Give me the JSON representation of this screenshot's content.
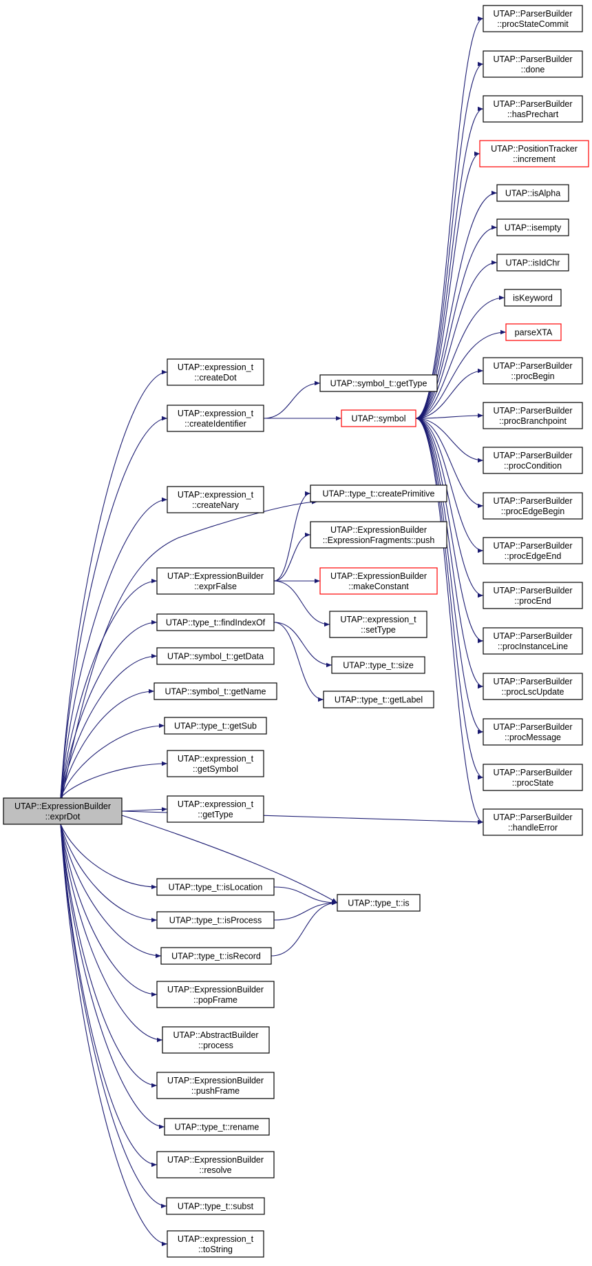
{
  "colors": {
    "edge": "#191970",
    "truncated_border": "#ff0000",
    "root_fill": "#bfbfbf"
  },
  "nodes": {
    "n_exprDot": {
      "lines": [
        "UTAP::ExpressionBuilder",
        "::exprDot"
      ],
      "kind": "root"
    },
    "n_createDot": {
      "lines": [
        "UTAP::expression_t",
        "::createDot"
      ],
      "kind": "normal"
    },
    "n_createIdentifier": {
      "lines": [
        "UTAP::expression_t",
        "::createIdentifier"
      ],
      "kind": "normal"
    },
    "n_createNary": {
      "lines": [
        "UTAP::expression_t",
        "::createNary"
      ],
      "kind": "normal"
    },
    "n_exprFalse": {
      "lines": [
        "UTAP::ExpressionBuilder",
        "::exprFalse"
      ],
      "kind": "normal"
    },
    "n_findIndexOf": {
      "lines": [
        "UTAP::type_t::findIndexOf"
      ],
      "kind": "normal"
    },
    "n_symGetData": {
      "lines": [
        "UTAP::symbol_t::getData"
      ],
      "kind": "normal"
    },
    "n_symGetName": {
      "lines": [
        "UTAP::symbol_t::getName"
      ],
      "kind": "normal"
    },
    "n_getSub": {
      "lines": [
        "UTAP::type_t::getSub"
      ],
      "kind": "normal"
    },
    "n_getSymbol": {
      "lines": [
        "UTAP::expression_t",
        "::getSymbol"
      ],
      "kind": "normal"
    },
    "n_getType": {
      "lines": [
        "UTAP::expression_t",
        "::getType"
      ],
      "kind": "normal"
    },
    "n_isLocation": {
      "lines": [
        "UTAP::type_t::isLocation"
      ],
      "kind": "normal"
    },
    "n_isProcess": {
      "lines": [
        "UTAP::type_t::isProcess"
      ],
      "kind": "normal"
    },
    "n_isRecord": {
      "lines": [
        "UTAP::type_t::isRecord"
      ],
      "kind": "normal"
    },
    "n_popFrame": {
      "lines": [
        "UTAP::ExpressionBuilder",
        "::popFrame"
      ],
      "kind": "normal"
    },
    "n_process": {
      "lines": [
        "UTAP::AbstractBuilder",
        "::process"
      ],
      "kind": "normal"
    },
    "n_pushFrame": {
      "lines": [
        "UTAP::ExpressionBuilder",
        "::pushFrame"
      ],
      "kind": "normal"
    },
    "n_rename": {
      "lines": [
        "UTAP::type_t::rename"
      ],
      "kind": "normal"
    },
    "n_resolve": {
      "lines": [
        "UTAP::ExpressionBuilder",
        "::resolve"
      ],
      "kind": "normal"
    },
    "n_subst": {
      "lines": [
        "UTAP::type_t::subst"
      ],
      "kind": "normal"
    },
    "n_toString": {
      "lines": [
        "UTAP::expression_t",
        "::toString"
      ],
      "kind": "normal"
    },
    "n_symGetType": {
      "lines": [
        "UTAP::symbol_t::getType"
      ],
      "kind": "normal"
    },
    "n_symbol": {
      "lines": [
        "UTAP::symbol"
      ],
      "kind": "truncated"
    },
    "n_createPrimitive": {
      "lines": [
        "UTAP::type_t::createPrimitive"
      ],
      "kind": "normal"
    },
    "n_fragPush": {
      "lines": [
        "UTAP::ExpressionBuilder",
        "::ExpressionFragments::push"
      ],
      "kind": "normal"
    },
    "n_makeConstant": {
      "lines": [
        "UTAP::ExpressionBuilder",
        "::makeConstant"
      ],
      "kind": "truncated"
    },
    "n_setType": {
      "lines": [
        "UTAP::expression_t",
        "::setType"
      ],
      "kind": "normal"
    },
    "n_size": {
      "lines": [
        "UTAP::type_t::size"
      ],
      "kind": "normal"
    },
    "n_getLabel": {
      "lines": [
        "UTAP::type_t::getLabel"
      ],
      "kind": "normal"
    },
    "n_is": {
      "lines": [
        "UTAP::type_t::is"
      ],
      "kind": "normal"
    },
    "n_procStateCommit": {
      "lines": [
        "UTAP::ParserBuilder",
        "::procStateCommit"
      ],
      "kind": "normal"
    },
    "n_done": {
      "lines": [
        "UTAP::ParserBuilder",
        "::done"
      ],
      "kind": "normal"
    },
    "n_hasPrechart": {
      "lines": [
        "UTAP::ParserBuilder",
        "::hasPrechart"
      ],
      "kind": "normal"
    },
    "n_increment": {
      "lines": [
        "UTAP::PositionTracker",
        "::increment"
      ],
      "kind": "truncated"
    },
    "n_isAlpha": {
      "lines": [
        "UTAP::isAlpha"
      ],
      "kind": "normal"
    },
    "n_isempty": {
      "lines": [
        "UTAP::isempty"
      ],
      "kind": "normal"
    },
    "n_isIdChr": {
      "lines": [
        "UTAP::isIdChr"
      ],
      "kind": "normal"
    },
    "n_isKeyword": {
      "lines": [
        "isKeyword"
      ],
      "kind": "normal"
    },
    "n_parseXTA": {
      "lines": [
        "parseXTA"
      ],
      "kind": "truncated"
    },
    "n_procBegin": {
      "lines": [
        "UTAP::ParserBuilder",
        "::procBegin"
      ],
      "kind": "normal"
    },
    "n_procBranchpoint": {
      "lines": [
        "UTAP::ParserBuilder",
        "::procBranchpoint"
      ],
      "kind": "normal"
    },
    "n_procCondition": {
      "lines": [
        "UTAP::ParserBuilder",
        "::procCondition"
      ],
      "kind": "normal"
    },
    "n_procEdgeBegin": {
      "lines": [
        "UTAP::ParserBuilder",
        "::procEdgeBegin"
      ],
      "kind": "normal"
    },
    "n_procEdgeEnd": {
      "lines": [
        "UTAP::ParserBuilder",
        "::procEdgeEnd"
      ],
      "kind": "normal"
    },
    "n_procEnd": {
      "lines": [
        "UTAP::ParserBuilder",
        "::procEnd"
      ],
      "kind": "normal"
    },
    "n_procInstanceLine": {
      "lines": [
        "UTAP::ParserBuilder",
        "::procInstanceLine"
      ],
      "kind": "normal"
    },
    "n_procLscUpdate": {
      "lines": [
        "UTAP::ParserBuilder",
        "::procLscUpdate"
      ],
      "kind": "normal"
    },
    "n_procMessage": {
      "lines": [
        "UTAP::ParserBuilder",
        "::procMessage"
      ],
      "kind": "normal"
    },
    "n_procState": {
      "lines": [
        "UTAP::ParserBuilder",
        "::procState"
      ],
      "kind": "normal"
    },
    "n_handleError": {
      "lines": [
        "UTAP::ParserBuilder",
        "::handleError"
      ],
      "kind": "normal"
    }
  },
  "edges": [
    [
      "n_exprDot",
      "n_createDot"
    ],
    [
      "n_exprDot",
      "n_createIdentifier"
    ],
    [
      "n_exprDot",
      "n_createNary"
    ],
    [
      "n_exprDot",
      "n_exprFalse"
    ],
    [
      "n_exprDot",
      "n_findIndexOf"
    ],
    [
      "n_exprDot",
      "n_symGetData"
    ],
    [
      "n_exprDot",
      "n_symGetName"
    ],
    [
      "n_exprDot",
      "n_getSub"
    ],
    [
      "n_exprDot",
      "n_getSymbol"
    ],
    [
      "n_exprDot",
      "n_getType"
    ],
    [
      "n_exprDot",
      "n_isLocation"
    ],
    [
      "n_exprDot",
      "n_isProcess"
    ],
    [
      "n_exprDot",
      "n_isRecord"
    ],
    [
      "n_exprDot",
      "n_popFrame"
    ],
    [
      "n_exprDot",
      "n_process"
    ],
    [
      "n_exprDot",
      "n_pushFrame"
    ],
    [
      "n_exprDot",
      "n_rename"
    ],
    [
      "n_exprDot",
      "n_resolve"
    ],
    [
      "n_exprDot",
      "n_subst"
    ],
    [
      "n_exprDot",
      "n_toString"
    ],
    [
      "n_exprDot",
      "n_is"
    ],
    [
      "n_exprDot",
      "n_handleError"
    ],
    [
      "n_exprDot",
      "n_createPrimitive"
    ],
    [
      "n_createIdentifier",
      "n_symGetType"
    ],
    [
      "n_createIdentifier",
      "n_symbol"
    ],
    [
      "n_exprFalse",
      "n_createPrimitive"
    ],
    [
      "n_exprFalse",
      "n_fragPush"
    ],
    [
      "n_exprFalse",
      "n_makeConstant"
    ],
    [
      "n_exprFalse",
      "n_setType"
    ],
    [
      "n_findIndexOf",
      "n_size"
    ],
    [
      "n_findIndexOf",
      "n_getLabel"
    ],
    [
      "n_isLocation",
      "n_is"
    ],
    [
      "n_isProcess",
      "n_is"
    ],
    [
      "n_isRecord",
      "n_is"
    ],
    [
      "n_symbol",
      "n_procStateCommit"
    ],
    [
      "n_symbol",
      "n_done"
    ],
    [
      "n_symbol",
      "n_hasPrechart"
    ],
    [
      "n_symbol",
      "n_increment"
    ],
    [
      "n_symbol",
      "n_isAlpha"
    ],
    [
      "n_symbol",
      "n_isempty"
    ],
    [
      "n_symbol",
      "n_isIdChr"
    ],
    [
      "n_symbol",
      "n_isKeyword"
    ],
    [
      "n_symbol",
      "n_parseXTA"
    ],
    [
      "n_symbol",
      "n_procBegin"
    ],
    [
      "n_symbol",
      "n_procBranchpoint"
    ],
    [
      "n_symbol",
      "n_procCondition"
    ],
    [
      "n_symbol",
      "n_procEdgeBegin"
    ],
    [
      "n_symbol",
      "n_procEdgeEnd"
    ],
    [
      "n_symbol",
      "n_procEnd"
    ],
    [
      "n_symbol",
      "n_procInstanceLine"
    ],
    [
      "n_symbol",
      "n_procLscUpdate"
    ],
    [
      "n_symbol",
      "n_procMessage"
    ],
    [
      "n_symbol",
      "n_procState"
    ],
    [
      "n_symbol",
      "n_handleError"
    ]
  ]
}
